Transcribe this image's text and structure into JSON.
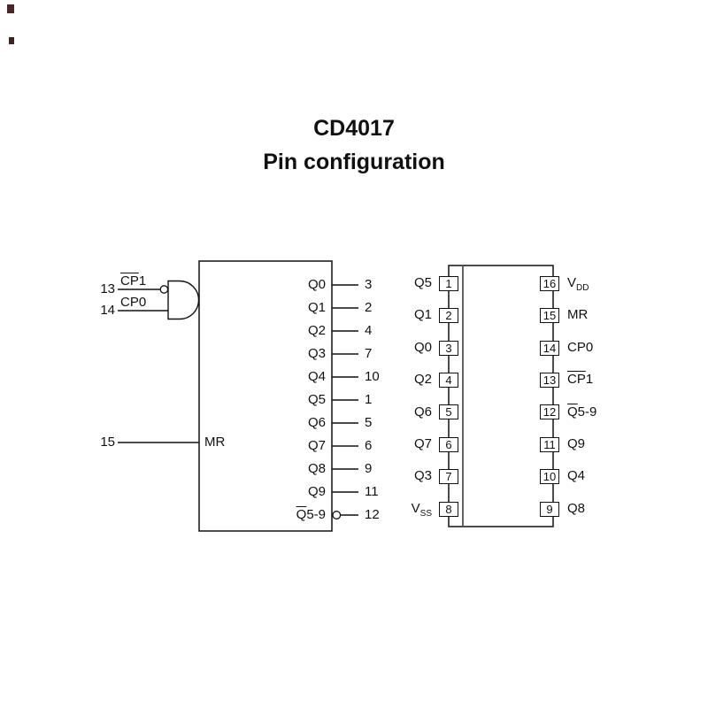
{
  "title": {
    "line1": "CD4017",
    "line2": "Pin configuration"
  },
  "logic": {
    "inputs": [
      {
        "pin": "13",
        "bar": "CP",
        "rest": "1"
      },
      {
        "pin": "14",
        "label": "CP0"
      }
    ],
    "mr": {
      "pin": "15",
      "label": "MR"
    },
    "outputs": [
      {
        "label": "Q0",
        "pin": "3"
      },
      {
        "label": "Q1",
        "pin": "2"
      },
      {
        "label": "Q2",
        "pin": "4"
      },
      {
        "label": "Q3",
        "pin": "7"
      },
      {
        "label": "Q4",
        "pin": "10"
      },
      {
        "label": "Q5",
        "pin": "1"
      },
      {
        "label": "Q6",
        "pin": "5"
      },
      {
        "label": "Q7",
        "pin": "6"
      },
      {
        "label": "Q8",
        "pin": "9"
      },
      {
        "label": "Q9",
        "pin": "11"
      },
      {
        "bar": "Q",
        "rest": "5-9",
        "pin": "12"
      }
    ]
  },
  "package": {
    "left": [
      {
        "pin": "1",
        "label": "Q5"
      },
      {
        "pin": "2",
        "label": "Q1"
      },
      {
        "pin": "3",
        "label": "Q0"
      },
      {
        "pin": "4",
        "label": "Q2"
      },
      {
        "pin": "5",
        "label": "Q6"
      },
      {
        "pin": "6",
        "label": "Q7"
      },
      {
        "pin": "7",
        "label": "Q3"
      },
      {
        "pin": "8",
        "base": "V",
        "sub": "SS"
      }
    ],
    "right": [
      {
        "pin": "16",
        "base": "V",
        "sub": "DD"
      },
      {
        "pin": "15",
        "label": "MR"
      },
      {
        "pin": "14",
        "label": "CP0"
      },
      {
        "pin": "13",
        "bar": "CP",
        "rest": "1"
      },
      {
        "pin": "12",
        "bar": "Q",
        "rest": "5-9"
      },
      {
        "pin": "11",
        "label": "Q9"
      },
      {
        "pin": "10",
        "label": "Q4"
      },
      {
        "pin": "9",
        "label": "Q8"
      }
    ]
  },
  "colors": {
    "line": "#111111",
    "background": "#ffffff"
  }
}
